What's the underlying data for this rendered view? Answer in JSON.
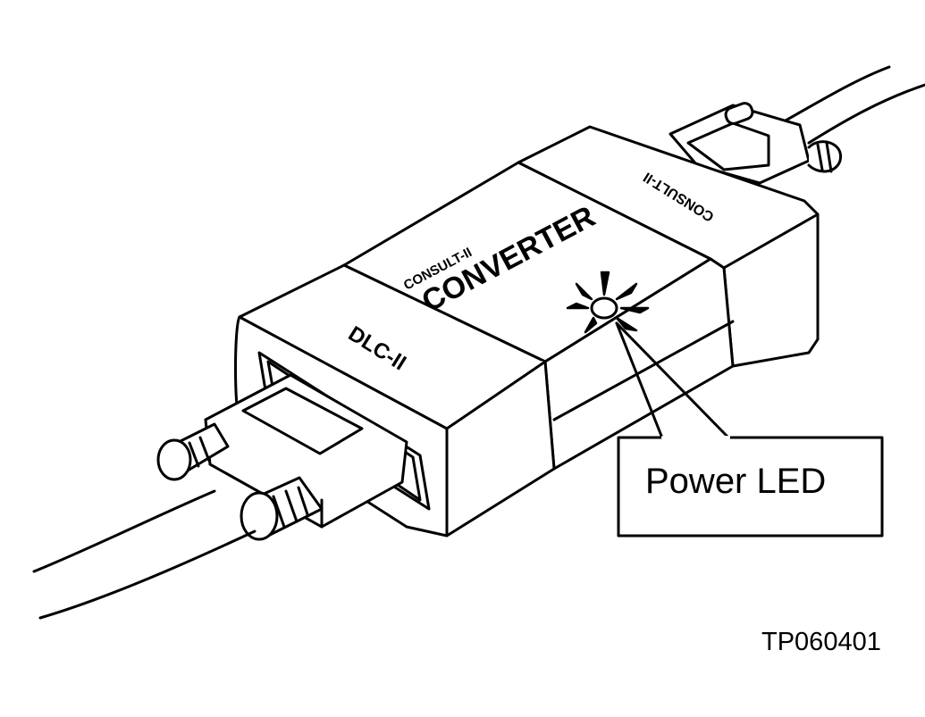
{
  "figure": {
    "device": {
      "top_label_small": "CONSULT-II",
      "top_label_large": "CONVERTER",
      "left_end_label": "DLC-II",
      "right_end_label": "CONSULT-II"
    },
    "callout": {
      "label": "Power LED"
    },
    "figure_id": "TP060401"
  },
  "colors": {
    "ink": "#000000",
    "paper": "#ffffff"
  },
  "icons": {
    "led": "power-led-icon"
  }
}
